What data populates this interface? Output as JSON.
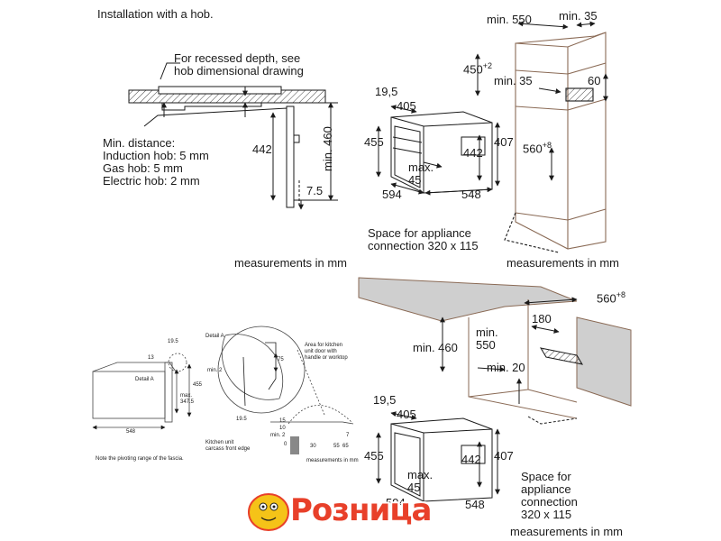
{
  "panel_top_left": {
    "title": "Installation with a hob.",
    "note": "For recessed depth, see\nhob dimensional drawing",
    "min_distance": "Min. distance:\nInduction hob: 5 mm\nGas hob: 5 mm\nElectric hob: 2 mm",
    "dim_442": "442",
    "dim_min460": "min. 460",
    "dim_7_5": "7.5",
    "units": "measurements in mm"
  },
  "panel_top_center": {
    "dim_19_5": "19,5",
    "dim_405": "405",
    "dim_455": "455",
    "dim_442": "442",
    "dim_407": "407",
    "dim_max45": "max.\n45",
    "dim_594": "594",
    "dim_548": "548",
    "space_note": "Space for appliance\nconnection 320 x 115"
  },
  "panel_top_right": {
    "dim_min550": "min. 550",
    "dim_min35_top": "min. 35",
    "dim_450": "450",
    "dim_450_sup": "+2",
    "dim_min35": "min. 35",
    "dim_60": "60",
    "dim_560": "560",
    "dim_560_sup": "+8",
    "units": "measurements in mm"
  },
  "panel_bottom_left": {
    "dim_19_5": "19.5",
    "dim_13": "13",
    "detail_a_label": "Detail A",
    "detail_a_title": "Detail A",
    "dim_455": "455",
    "dim_max": "max.\n347.5",
    "dim_548": "548",
    "dim_min2": "min. 2",
    "dim_75": "75",
    "dim_19_5b": "19.5",
    "area_note": "Area for kitchen\nunit door with\nhandle or worktop",
    "carcass_note": "Kitchen unit\ncarcass front edge",
    "pivot_note": "Note the pivoting range of the fascia.",
    "dim_15": "15",
    "dim_10": "10",
    "dim_min2b": "min. 2",
    "dim_7": "7",
    "dim_0": "0",
    "dim_30": "30",
    "dim_55": "55",
    "dim_65": "65",
    "units": "measurements in mm"
  },
  "panel_bottom_right": {
    "dim_560": "560",
    "dim_560_sup": "+8",
    "dim_180": "180",
    "dim_min460": "min. 460",
    "dim_min550": "min.\n550",
    "dim_min20": "min. 20",
    "dim_19_5": "19,5",
    "dim_405": "405",
    "dim_455": "455",
    "dim_442": "442",
    "dim_407": "407",
    "dim_max45": "max.\n45",
    "dim_594": "594",
    "dim_548": "548",
    "space_note": "Space for\nappliance\nconnection\n320 x 115",
    "units": "measurements in mm"
  },
  "watermark": {
    "logo_text": "Розница"
  },
  "colors": {
    "line": "#1a1a1a",
    "cabinet_brown": "#8a6a55",
    "worktop_gray": "#cfcfcf",
    "logo_red": "#e8402a",
    "logo_yellow": "#f5c318"
  }
}
